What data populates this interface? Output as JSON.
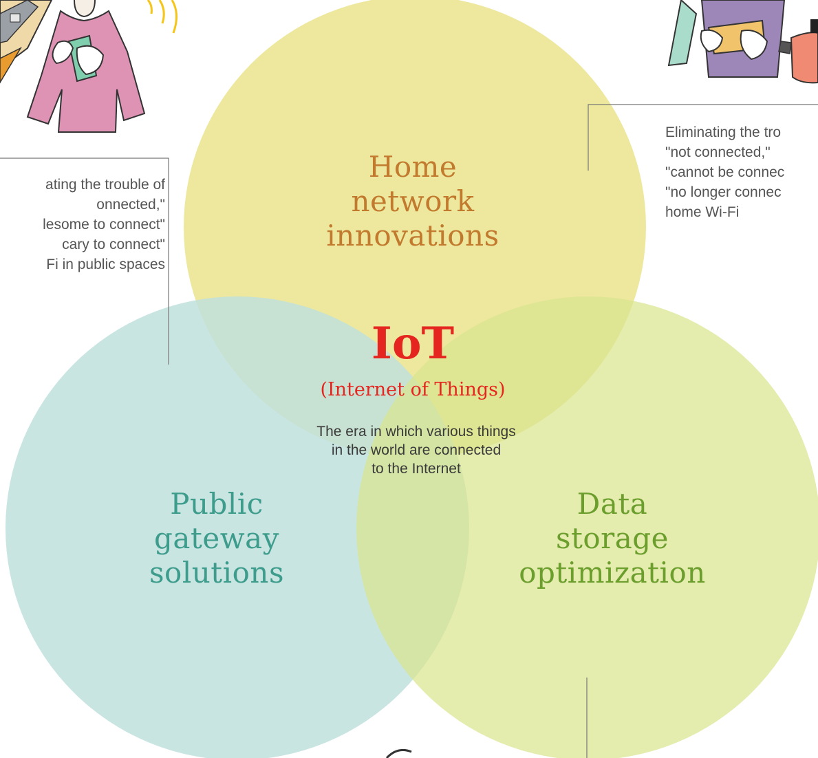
{
  "circles": {
    "home": {
      "lines": [
        "Home",
        "network",
        "innovations"
      ],
      "fill": "#ece695",
      "text_color": "#c17a2e"
    },
    "public": {
      "lines": [
        "Public",
        "gateway",
        "solutions"
      ],
      "fill": "#c7e6e2",
      "text_color": "#3d9c8c"
    },
    "data": {
      "lines": [
        "Data",
        "storage",
        "optimization"
      ],
      "fill": "#e1e9a6",
      "text_color": "#6c9e2e"
    }
  },
  "center": {
    "title": "IoT",
    "subtitle": "(Internet of Things)",
    "description_lines": [
      "The era in which various things",
      "in the world are connected",
      "to the Internet"
    ],
    "accent_color": "#e5251f"
  },
  "notes": {
    "left": {
      "lines": [
        "ating the trouble of",
        "onnected,\"",
        "lesome to connect\"",
        "cary to connect\"",
        "Fi in public spaces"
      ]
    },
    "right": {
      "lines": [
        "Eliminating the tro",
        "\"not connected,\"",
        "\"cannot be connec",
        "\"no longer connec",
        "home Wi-Fi"
      ]
    }
  },
  "illustrations": {
    "left": "person-with-smartphone-on-train-platform",
    "right": "person-holding-tablet-in-kitchen"
  }
}
